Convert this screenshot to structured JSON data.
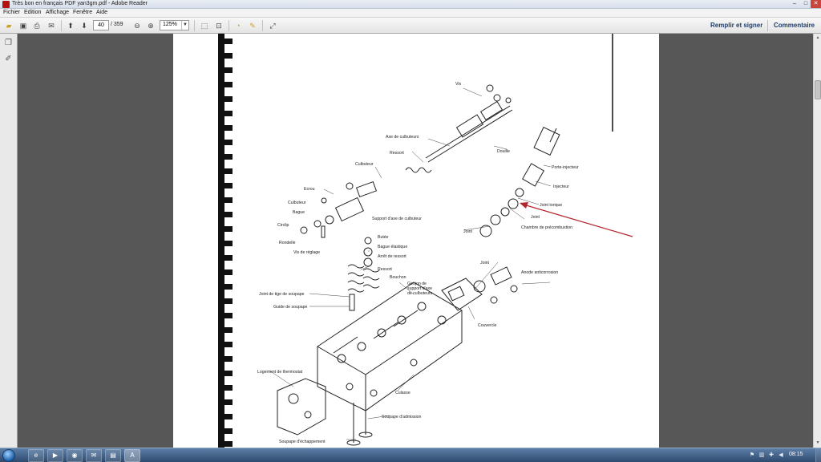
{
  "window": {
    "title": "Très bon en français PDF yan3gm.pdf - Adobe Reader"
  },
  "menu": [
    "Fichier",
    "Edition",
    "Affichage",
    "Fenêtre",
    "Aide"
  ],
  "toolbar": {
    "current_page": "40",
    "total_pages": "/ 359",
    "zoom": "125%",
    "fill_sign": "Remplir et signer",
    "comment": "Commentaire"
  },
  "diagram": {
    "labels": {
      "vis": "Vis",
      "axe": "Axe de culbuteurs",
      "douille": "Douille",
      "ressort_top": "Ressort",
      "culbuteur_top": "Culbuteur",
      "porte_injecteur": "Porte-injecteur",
      "injecteur": "Injecteur",
      "ecrou": "Ecrou",
      "culbuteur_left": "Culbuteur",
      "bague": "Bague",
      "support": "Support d'axe de culbuteur",
      "joint_torique": "Joint torique",
      "joint_small": "Joint",
      "circlip": "Circlip",
      "chambre": "Chambre de précombustion",
      "joint_left": "Joint",
      "rondelle": "Rondelle",
      "butee": "Butée",
      "bague_elastique": "Bague élastique",
      "vis_reglage": "Vis de réglage",
      "arret": "Arrêt de ressort",
      "joint_mid": "Joint",
      "ressort_mid": "Ressort",
      "bouchon": "Bouchon",
      "goujon_1": "Goujon de",
      "goujon_2": "support d'axe",
      "goujon_3": "de culbuteurs",
      "anode": "Anode anticorrosion",
      "joint_tige": "Joint de tige de soupape",
      "guide": "Guide de soupape",
      "couvercle": "Couvercle",
      "logement": "Logement de thermostat",
      "culasse": "Culasse",
      "soupape_adm": "Soupape d'admission",
      "soupape_ech": "Soupape d'échappement"
    }
  },
  "taskbar": {
    "clock": "08:15"
  },
  "icons": {
    "open": "folder-open-icon",
    "save": "save-icon",
    "print": "print-icon",
    "email": "email-icon",
    "prev": "arrow-up-icon",
    "next": "arrow-down-icon",
    "zoom_out": "zoom-out-icon",
    "zoom_in": "zoom-in-icon",
    "fit_page": "fit-page-icon",
    "fit_width": "fit-width-icon",
    "comment": "speech-bubble-icon",
    "highlight": "highlight-icon",
    "fullscreen": "expand-icon"
  },
  "colors": {
    "annotation_arrow": "#b3262c",
    "close_button": "#c9463d",
    "link_text": "#1f3d6b"
  }
}
